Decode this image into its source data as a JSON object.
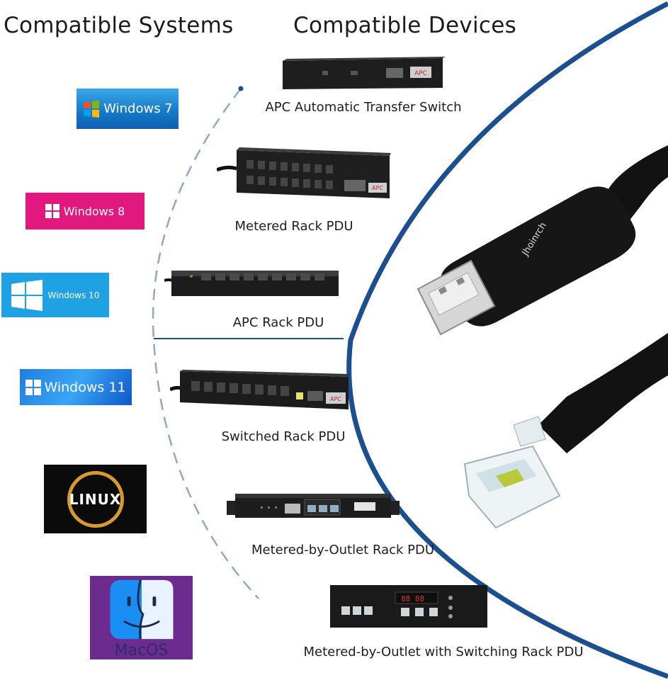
{
  "headings": {
    "systems": "Compatible Systems",
    "devices": "Compatible Devices"
  },
  "systems": {
    "win7": "Windows 7",
    "win8": "Windows 8",
    "win10": "Windows 10",
    "win11": "Windows 11",
    "linux": "LINUX",
    "macos": "MacOS"
  },
  "devices": {
    "ats": "APC Automatic Transfer Switch",
    "metered": "Metered Rack PDU",
    "apc_rack": "APC Rack PDU",
    "switched": "Switched Rack PDU",
    "metered_outlet": "Metered-by-Outlet Rack PDU",
    "metered_outlet_switching": "Metered-by-Outlet with Switching Rack PDU"
  },
  "product": {
    "brand": "Jhoinrch"
  },
  "colors": {
    "accent_blue": "#1c4f8f",
    "cable_black": "#111111",
    "dash_line": "#8fa9c6"
  }
}
